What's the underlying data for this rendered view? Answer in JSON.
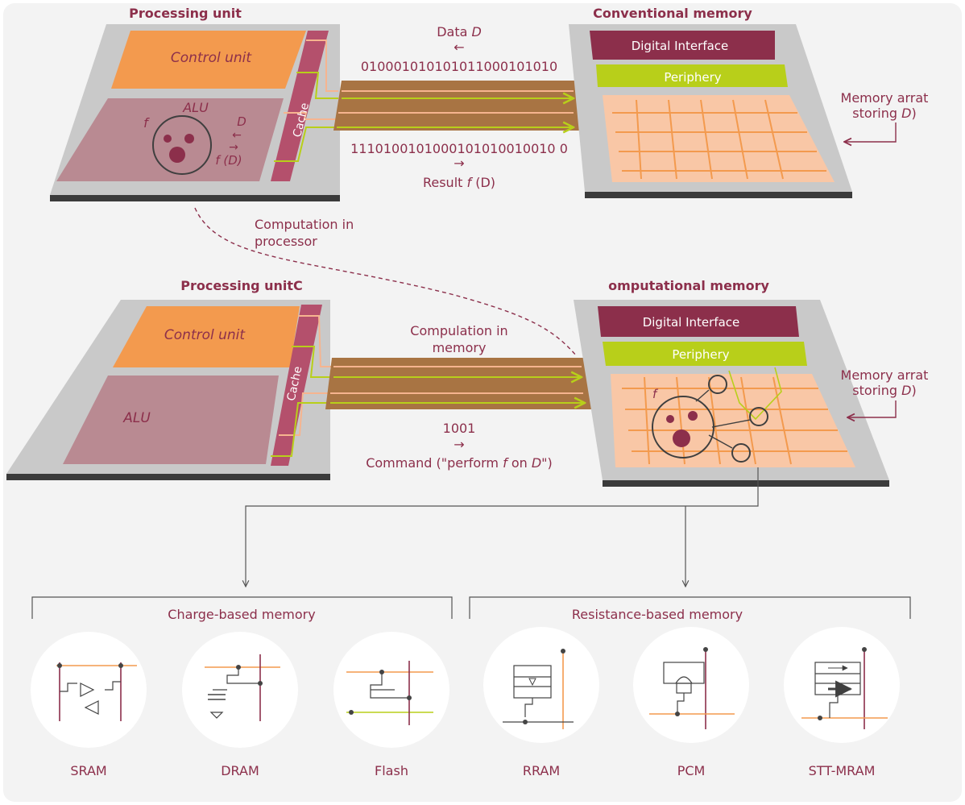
{
  "top": {
    "processing_title": "Processing unit",
    "memory_title": "Conventional memory",
    "control_unit": "Control unit",
    "alu": "ALU",
    "cache": "Cache",
    "alu_f": "f",
    "alu_d": "D",
    "alu_left_arrow": "←",
    "alu_right_arrow": "→",
    "alu_fd": "f (D)",
    "data_label": "Data",
    "data_var": "D",
    "data_arrow": "←",
    "data_bits": "010001010101011000101010",
    "result_bits": "1110100101000101010010010 0",
    "result_arrow": "→",
    "result_label": "Result",
    "result_f": "f",
    "result_d": " (D)",
    "digital_interface": "Digital Interface",
    "periphery": "Periphery",
    "memory_array_line1": "Memory arrat",
    "memory_array_line2_prefix": "storing ",
    "memory_array_line2_var": "D",
    "memory_array_line2_suffix": ")"
  },
  "middle": {
    "computation_line1": "Computation in",
    "computation_line2": "processor"
  },
  "bottom": {
    "processing_title": "Processing unitC",
    "memory_title": "omputational memory",
    "control_unit": "Control unit",
    "alu": "ALU",
    "cache": "Cache",
    "compulation_line1": "Compulation in",
    "compulation_line2": "memory",
    "cmd_bits": "1001",
    "cmd_arrow": "→",
    "cmd_prefix": "Command (\"perform ",
    "cmd_f": "f",
    "cmd_mid": " on ",
    "cmd_d": "D",
    "cmd_suffix": "\")",
    "digital_interface": "Digital Interface",
    "periphery": "Periphery",
    "array_f": "f",
    "memory_array_line1": "Memory arrat",
    "memory_array_line2_prefix": "storing ",
    "memory_array_line2_var": "D",
    "memory_array_line2_suffix": ")"
  },
  "categories": {
    "charge": "Charge-based memory",
    "resistance": "Resistance-based memory"
  },
  "memories": [
    "SRAM",
    "DRAM",
    "Flash",
    "RRAM",
    "PCM",
    "STT-MRAM"
  ],
  "colors": {
    "maroon": "#8c2f4b",
    "orange": "#f39a4e",
    "green": "#b8cf1a",
    "bus": "#a87443",
    "alu": "#b98a92",
    "cache": "#b4506c",
    "array": "#f9c7a6",
    "chip": "#c9c9c9"
  }
}
